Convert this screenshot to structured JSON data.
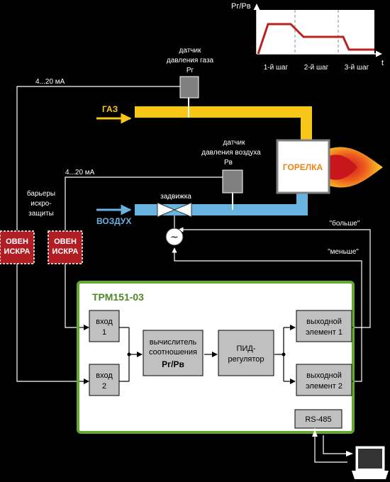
{
  "mini_chart": {
    "y_label": "Pг/Pв",
    "x_label": "t",
    "steps": [
      "1-й шаг",
      "2-й шаг",
      "3-й шаг"
    ]
  },
  "sensors": {
    "gas": [
      "датчик",
      "давления газа",
      "Pг"
    ],
    "air": [
      "датчик",
      "давления воздуха",
      "Pв"
    ]
  },
  "lines": {
    "signal_gas": "4...20 мА",
    "signal_air": "4...20 мА",
    "gas_label": "ГАЗ",
    "air_label": "ВОЗДУХ"
  },
  "burner": "ГОРЕЛКА",
  "valve_label": "задвижка",
  "barriers_label": [
    "барьеры",
    "искро-",
    "защиты"
  ],
  "barrier_boxes": [
    [
      "ОВЕН",
      "ИСКРА"
    ],
    [
      "ОВЕН",
      "ИСКРА"
    ]
  ],
  "commands": {
    "more": "\"больше\"",
    "less": "\"меньше\""
  },
  "device": {
    "title": "ТРМ151-03",
    "input1": [
      "вход",
      "1"
    ],
    "input2": [
      "вход",
      "2"
    ],
    "calculator": [
      "вычислитель",
      "соотношения",
      "Pг/Pв"
    ],
    "pid": [
      "ПИД-",
      "регулятор"
    ],
    "output1": [
      "выходной",
      "элемент 1"
    ],
    "output2": [
      "выходной",
      "элемент 2"
    ],
    "rs485": "RS-485"
  },
  "colors": {
    "gas_pipe": "#f6c619",
    "air_pipe": "#68b3e0",
    "barrier": "#b01e23",
    "device_border": "#66a832",
    "device_title": "#4c8a26",
    "burner_text": "#e8861c",
    "chart_line": "#b8221f"
  }
}
